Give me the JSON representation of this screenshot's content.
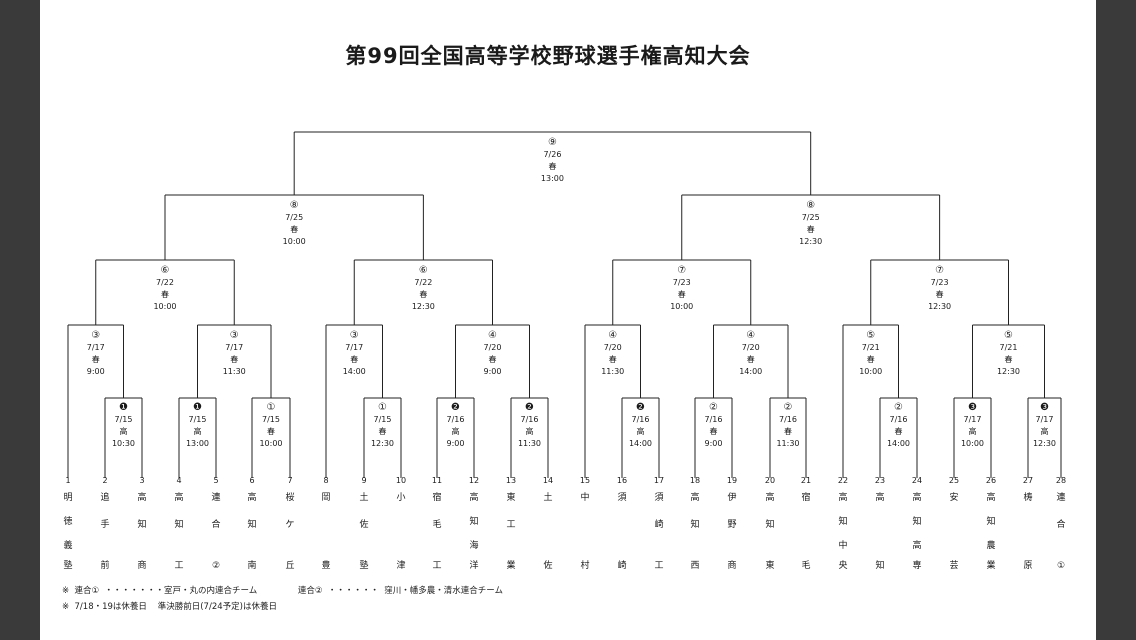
{
  "title": "第99回全国高等学校野球選手権高知大会",
  "final": {
    "num": "⑨",
    "date": "7/26",
    "venue": "春",
    "time": "13:00"
  },
  "semis": [
    {
      "num": "⑧",
      "date": "7/25",
      "venue": "春",
      "time": "10:00"
    },
    {
      "num": "⑧",
      "date": "7/25",
      "venue": "春",
      "time": "12:30"
    }
  ],
  "quarters": [
    {
      "num": "⑥",
      "date": "7/22",
      "venue": "春",
      "time": "10:00"
    },
    {
      "num": "⑥",
      "date": "7/22",
      "venue": "春",
      "time": "12:30"
    },
    {
      "num": "⑦",
      "date": "7/23",
      "venue": "春",
      "time": "10:00"
    },
    {
      "num": "⑦",
      "date": "7/23",
      "venue": "春",
      "time": "12:30"
    }
  ],
  "round3": [
    {
      "num": "③",
      "date": "7/17",
      "venue": "春",
      "time": "9:00"
    },
    {
      "num": "③",
      "date": "7/17",
      "venue": "春",
      "time": "11:30"
    },
    {
      "num": "③",
      "date": "7/17",
      "venue": "春",
      "time": "14:00"
    },
    {
      "num": "④",
      "date": "7/20",
      "venue": "春",
      "time": "9:00"
    },
    {
      "num": "④",
      "date": "7/20",
      "venue": "春",
      "time": "11:30"
    },
    {
      "num": "④",
      "date": "7/20",
      "venue": "春",
      "time": "14:00"
    },
    {
      "num": "⑤",
      "date": "7/21",
      "venue": "春",
      "time": "10:00"
    },
    {
      "num": "⑤",
      "date": "7/21",
      "venue": "春",
      "time": "12:30"
    }
  ],
  "round1": [
    {
      "num": "❶",
      "date": "7/15",
      "venue": "高",
      "time": "10:30"
    },
    {
      "num": "❶",
      "date": "7/15",
      "venue": "高",
      "time": "13:00"
    },
    {
      "num": "①",
      "date": "7/15",
      "venue": "春",
      "time": "10:00"
    },
    {
      "num": "①",
      "date": "7/15",
      "venue": "春",
      "time": "12:30"
    },
    {
      "num": "❷",
      "date": "7/16",
      "venue": "高",
      "time": "9:00"
    },
    {
      "num": "❷",
      "date": "7/16",
      "venue": "高",
      "time": "11:30"
    },
    {
      "num": "❷",
      "date": "7/16",
      "venue": "高",
      "time": "14:00"
    },
    {
      "num": "②",
      "date": "7/16",
      "venue": "春",
      "time": "9:00"
    },
    {
      "num": "②",
      "date": "7/16",
      "venue": "春",
      "time": "11:30"
    },
    {
      "num": "②",
      "date": "7/16",
      "venue": "春",
      "time": "14:00"
    },
    {
      "num": "❸",
      "date": "7/17",
      "venue": "高",
      "time": "10:00"
    },
    {
      "num": "❸",
      "date": "7/17",
      "venue": "高",
      "time": "12:30"
    }
  ],
  "teams": [
    {
      "no": "1",
      "name": "明徳義塾"
    },
    {
      "no": "2",
      "name": "追手前"
    },
    {
      "no": "3",
      "name": "高知商"
    },
    {
      "no": "4",
      "name": "高知工"
    },
    {
      "no": "5",
      "name": "連合②"
    },
    {
      "no": "6",
      "name": "高知南"
    },
    {
      "no": "7",
      "name": "桜ケ丘"
    },
    {
      "no": "8",
      "name": "岡豊"
    },
    {
      "no": "9",
      "name": "土佐塾"
    },
    {
      "no": "10",
      "name": "小津"
    },
    {
      "no": "11",
      "name": "宿毛工"
    },
    {
      "no": "12",
      "name": "高知海洋"
    },
    {
      "no": "13",
      "name": "東工業"
    },
    {
      "no": "14",
      "name": "土佐"
    },
    {
      "no": "15",
      "name": "中村"
    },
    {
      "no": "16",
      "name": "須崎"
    },
    {
      "no": "17",
      "name": "須崎工"
    },
    {
      "no": "18",
      "name": "高知西"
    },
    {
      "no": "19",
      "name": "伊野商"
    },
    {
      "no": "20",
      "name": "高知東"
    },
    {
      "no": "21",
      "name": "宿毛"
    },
    {
      "no": "22",
      "name": "高知中央"
    },
    {
      "no": "23",
      "name": "高知"
    },
    {
      "no": "24",
      "name": "高知高専"
    },
    {
      "no": "25",
      "name": "安芸"
    },
    {
      "no": "26",
      "name": "高知農業"
    },
    {
      "no": "27",
      "name": "梼原"
    },
    {
      "no": "28",
      "name": "連合①"
    }
  ],
  "notes": [
    "※  連合①  ・・・・・・・室戸・丸の内連合チーム               連合②  ・・・・・・  窪川・幡多農・清水連合チーム",
    "※  7/18・19は休養日    準決勝前日(7/24予定)は休養日"
  ]
}
